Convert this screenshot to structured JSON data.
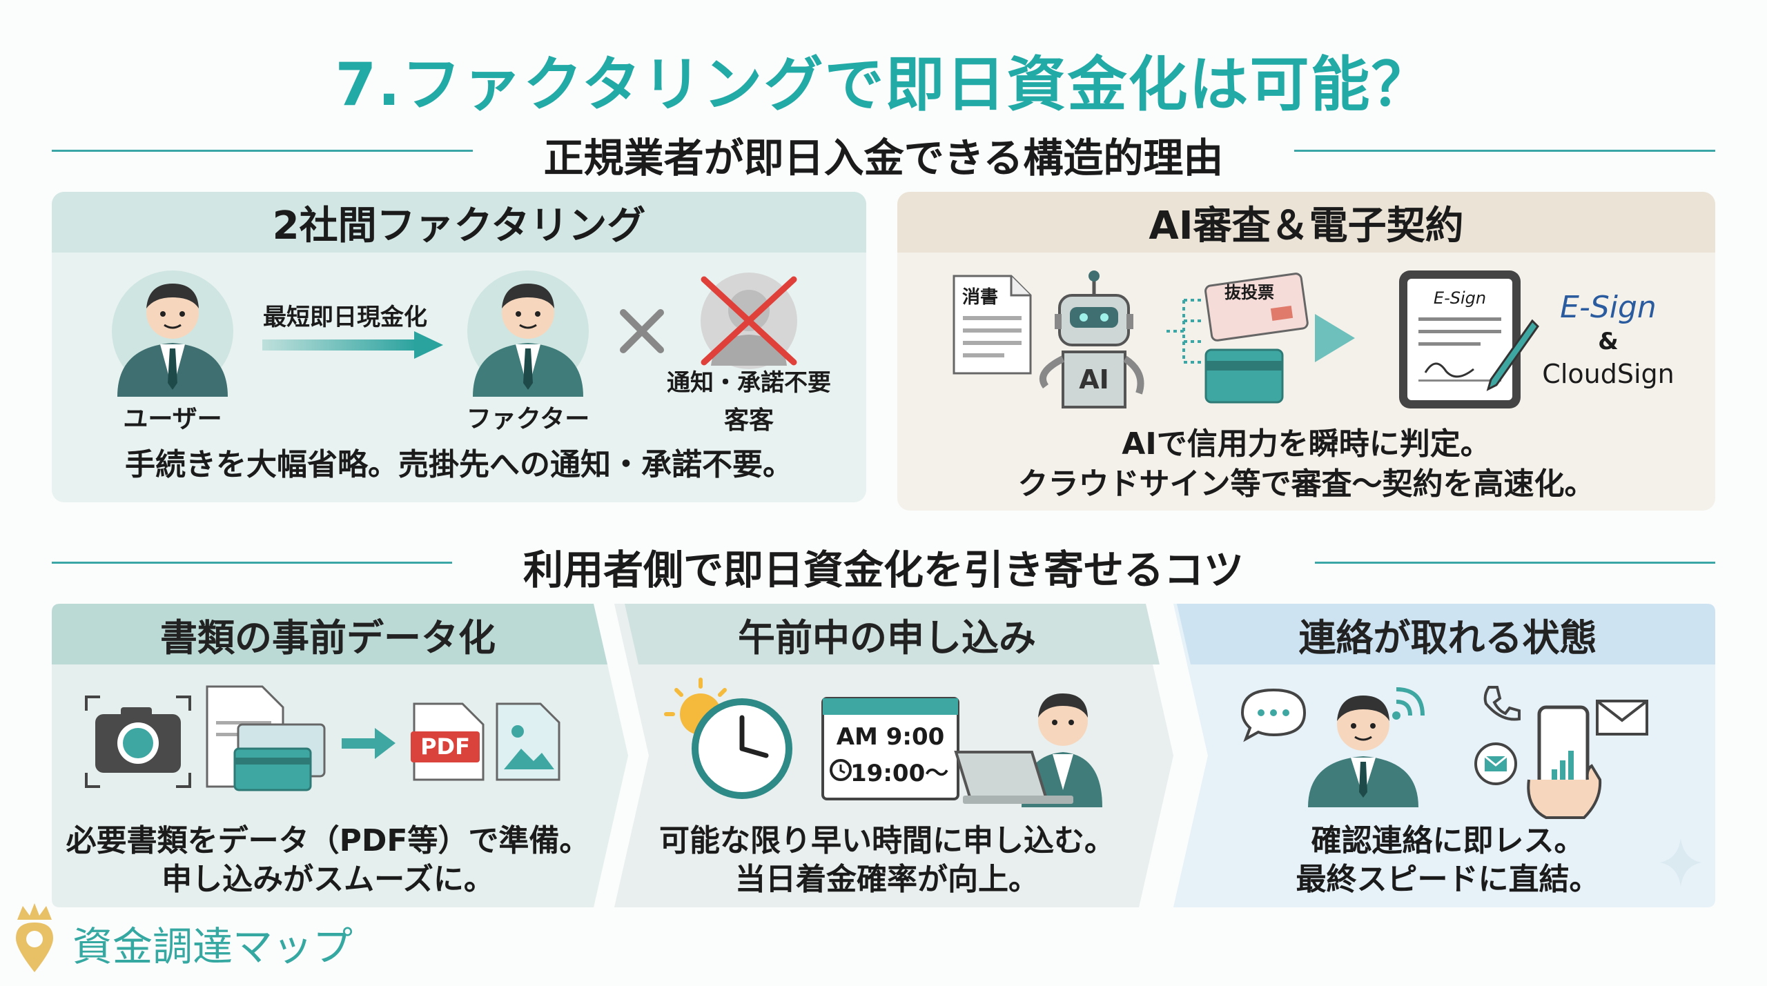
{
  "title": "7.ファクタリングで即日資金化は可能？",
  "section1": {
    "heading": "正規業者が即日入金できる構造的理由"
  },
  "panel_two_party": {
    "header": "2社間ファクタリング",
    "arrow_label": "最短即日現金化",
    "user_label": "ユーザー",
    "factor_label": "ファクター",
    "customer_note": "通知・承諾不要",
    "customer_label": "客客",
    "caption": "手続きを大幅省略。売掛先への通知・承諾不要。"
  },
  "panel_ai": {
    "header": "AI審査＆電子契約",
    "doc_label": "消書",
    "ticket_label": "抜投票",
    "robot_label": "AI",
    "tablet_label": "E-Sign",
    "esign_brand": "E-Sign",
    "ampersand": "&",
    "cloudsign_brand": "CloudSign",
    "caption_line1": "AIで信用力を瞬時に判定。",
    "caption_line2": "クラウドサイン等で審査〜契約を高速化。"
  },
  "section2": {
    "heading": "利用者側で即日資金化を引き寄せるコツ"
  },
  "panel_digitize": {
    "header": "書類の事前データ化",
    "pdf_label": "PDF",
    "caption_line1": "必要書類をデータ（PDF等）で準備。",
    "caption_line2": "申し込みがスムーズに。"
  },
  "panel_morning": {
    "header": "午前中の申し込み",
    "time_am": "AM 9:00",
    "time_pm": "19:00〜",
    "caption_line1": "可能な限り早い時間に申し込む。",
    "caption_line2": "当日着金確率が向上。"
  },
  "panel_contact": {
    "header": "連絡が取れる状態",
    "caption_line1": "確認連絡に即レス。",
    "caption_line2": "最終スピードに直結。"
  },
  "logo": {
    "text": "資金調達マップ"
  },
  "colors": {
    "teal": "#22aaa6",
    "dark_teal": "#2e8a86",
    "panel_green": "#e3f0ee",
    "panel_beige": "#f4f1ea",
    "panel_blue": "#e6f1f8"
  }
}
